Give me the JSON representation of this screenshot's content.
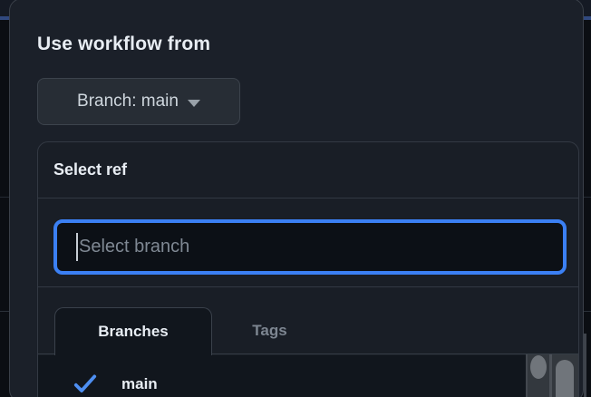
{
  "popover": {
    "title": "Use workflow from",
    "branch_button": {
      "label": "Branch: main",
      "icon": "triangle-down-icon"
    },
    "select_menu": {
      "header": "Select ref",
      "filter": {
        "placeholder": "Select branch",
        "value": ""
      },
      "tabs": [
        {
          "label": "Branches",
          "active": true
        },
        {
          "label": "Tags",
          "active": false
        }
      ],
      "list": [
        {
          "label": "main",
          "selected": true,
          "icon": "check-icon"
        }
      ]
    }
  },
  "colors": {
    "focus_ring": "#3b80f4",
    "check": "#4e8ff2",
    "accent_band": "#31497f"
  }
}
